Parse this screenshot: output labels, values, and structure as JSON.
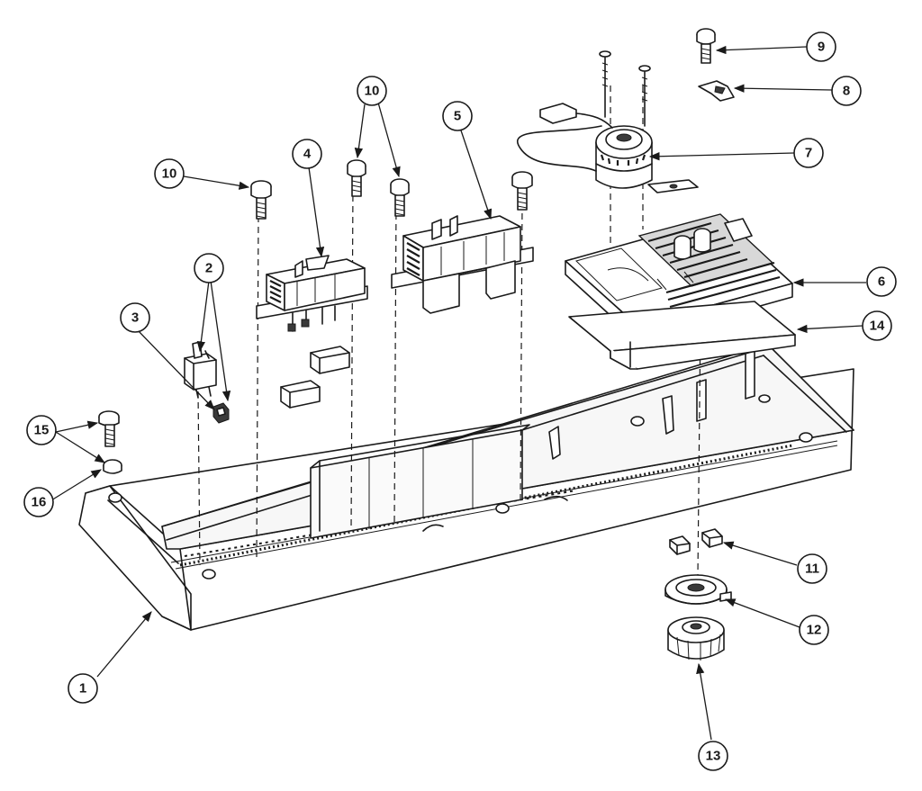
{
  "callouts": [
    {
      "id": "c1",
      "label": "1"
    },
    {
      "id": "c2",
      "label": "2"
    },
    {
      "id": "c3",
      "label": "3"
    },
    {
      "id": "c4",
      "label": "4"
    },
    {
      "id": "c5",
      "label": "5"
    },
    {
      "id": "c6",
      "label": "6"
    },
    {
      "id": "c7",
      "label": "7"
    },
    {
      "id": "c8",
      "label": "8"
    },
    {
      "id": "c9",
      "label": "9"
    },
    {
      "id": "c10a",
      "label": "10"
    },
    {
      "id": "c10b",
      "label": "10"
    },
    {
      "id": "c11",
      "label": "11"
    },
    {
      "id": "c12",
      "label": "12"
    },
    {
      "id": "c13",
      "label": "13"
    },
    {
      "id": "c14",
      "label": "14"
    },
    {
      "id": "c15",
      "label": "15"
    },
    {
      "id": "c16",
      "label": "16"
    }
  ]
}
